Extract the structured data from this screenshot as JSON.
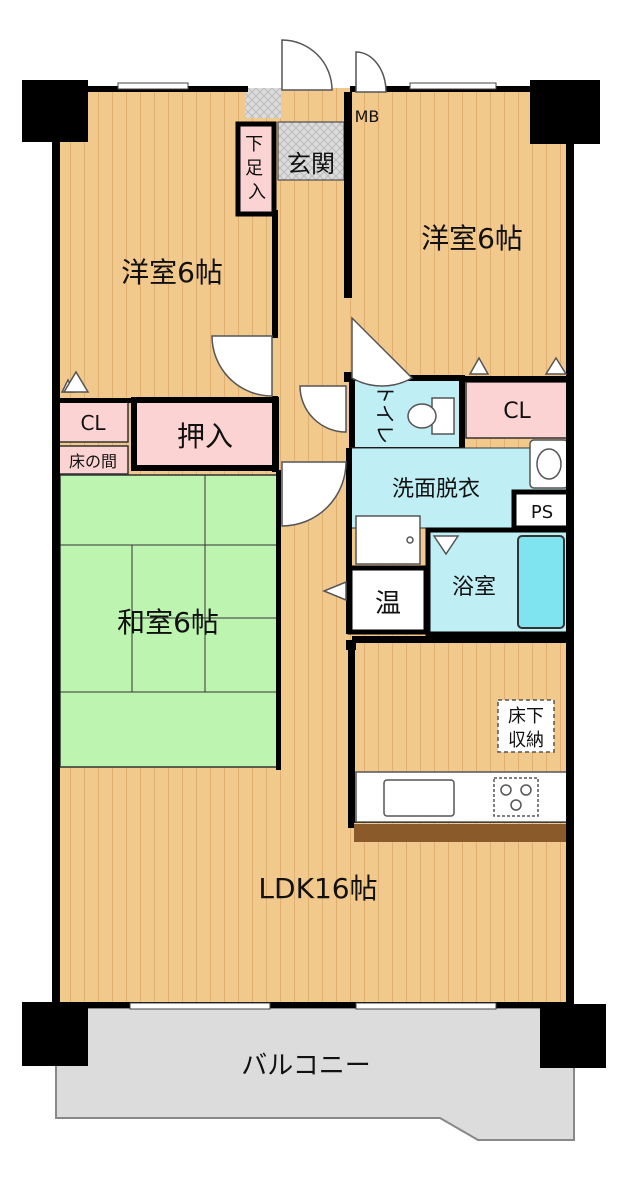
{
  "rooms": {
    "western_left": "洋室6帖",
    "western_right": "洋室6帖",
    "genkan": "玄関",
    "shoe_storage": "下足入",
    "mb": "MB",
    "toilet": "トイレ",
    "cl_left": "CL",
    "cl_right": "CL",
    "oshiire": "押入",
    "tokonoma": "床の間",
    "washroom": "洗面脱衣",
    "ps": "PS",
    "japanese": "和室6帖",
    "water_heater": "温",
    "bath": "浴室",
    "underfloor_storage_1": "床下",
    "underfloor_storage_2": "収納",
    "ldk": "LDK16帖",
    "balcony": "バルコニー"
  },
  "colors": {
    "wood_floor": "#f2c98c",
    "wood_stripe": "#e0b070",
    "tatami": "#bdf5b0",
    "wet_area": "#bfeef5",
    "storage_pink": "#fcd3d3",
    "tile_gray": "#d6d6d6",
    "balcony_gray": "#dcdcdc",
    "wall": "#000000",
    "counter_brown": "#8b5a2b"
  }
}
